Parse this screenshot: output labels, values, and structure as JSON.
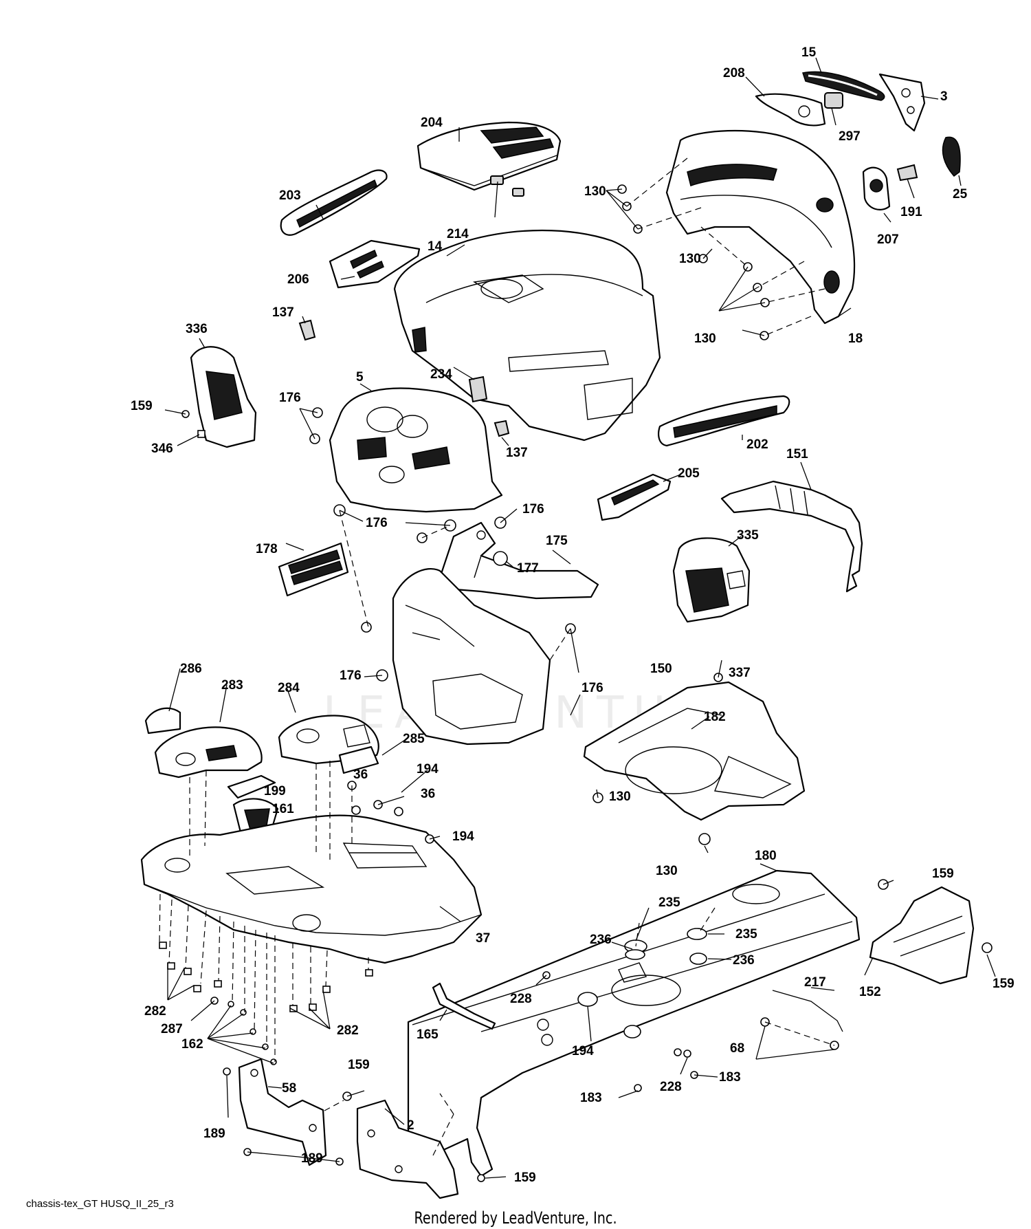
{
  "diagram_code": "chassis-tex_GT HUSQ_II_25_r3",
  "credit": "Rendered by LeadVenture, Inc.",
  "watermark_text": "LEADVENTURE",
  "callouts": {
    "c15": "15",
    "c208": "208",
    "c3": "3",
    "c204": "204",
    "c297": "297",
    "c25": "25",
    "c191": "191",
    "c207": "207",
    "c203": "203",
    "c214": "214",
    "c14": "14",
    "c130a": "130",
    "c130b": "130",
    "c130c": "130",
    "c206": "206",
    "c137a": "137",
    "c18": "18",
    "c336": "336",
    "c234": "234",
    "c5": "5",
    "c176a": "176",
    "c159a": "159",
    "c346": "346",
    "c137b": "137",
    "c202": "202",
    "c205": "205",
    "c151": "151",
    "c176b": "176",
    "c176c": "176",
    "c178": "178",
    "c175": "175",
    "c177": "177",
    "c335": "335",
    "c337": "337",
    "c286": "286",
    "c283": "283",
    "c284": "284",
    "c176d": "176",
    "c176e": "176",
    "c150": "150",
    "c182": "182",
    "c285": "285",
    "c194a": "194",
    "c36a": "36",
    "c36b": "36",
    "c199": "199",
    "c130d": "130",
    "c161": "161",
    "c194b": "194",
    "c130e": "130",
    "c180": "180",
    "c159b": "159",
    "c235a": "235",
    "c236a": "236",
    "c235b": "235",
    "c37": "37",
    "c236b": "236",
    "c152": "152",
    "c159c": "159",
    "c217": "217",
    "c228a": "228",
    "c282a": "282",
    "c287": "287",
    "c165": "165",
    "c194c": "194",
    "c162": "162",
    "c282b": "282",
    "c68": "68",
    "c183a": "183",
    "c228b": "228",
    "c159d": "159",
    "c58": "58",
    "c2": "2",
    "c189a": "189",
    "c183b": "183",
    "c159e": "159",
    "c189b": "189"
  }
}
